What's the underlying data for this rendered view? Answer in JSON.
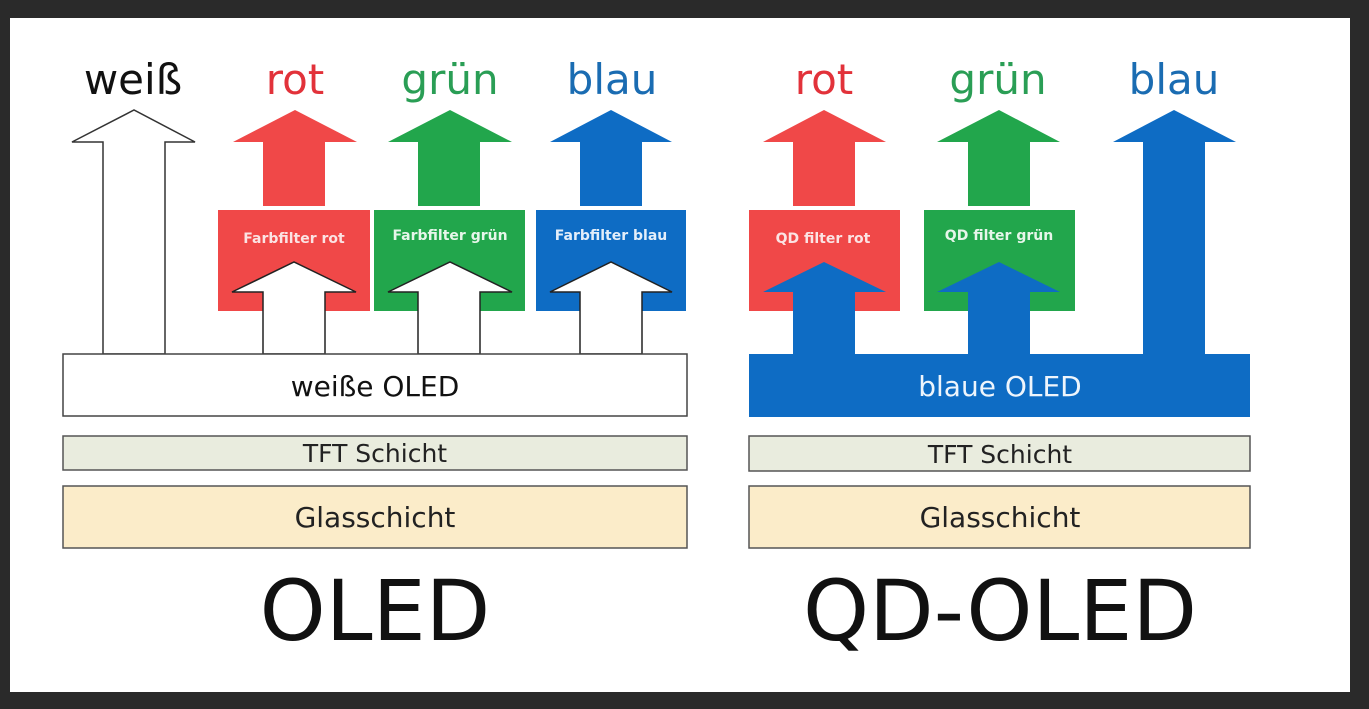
{
  "colors": {
    "red": "#f04848",
    "green": "#22a64c",
    "blue": "#0e6cc4",
    "red_text": "#e2323a",
    "green_text": "#2a9e55",
    "blue_text": "#1a6cb2",
    "tft": "#e9ecde",
    "glass": "#fbecc9"
  },
  "oled": {
    "labels": {
      "white": "weiß",
      "red": "rot",
      "green": "grün",
      "blue": "blau"
    },
    "filters": {
      "red": "Farbfilter rot",
      "green": "Farbfilter grün",
      "blue": "Farbfilter blau"
    },
    "emitter": "weiße OLED",
    "tft": "TFT Schicht",
    "glass": "Glasschicht",
    "title": "OLED"
  },
  "qdoled": {
    "labels": {
      "red": "rot",
      "green": "grün",
      "blue": "blau"
    },
    "filters": {
      "red": "QD filter rot",
      "green": "QD filter grün"
    },
    "emitter": "blaue OLED",
    "tft": "TFT Schicht",
    "glass": "Glasschicht",
    "title": "QD-OLED"
  }
}
